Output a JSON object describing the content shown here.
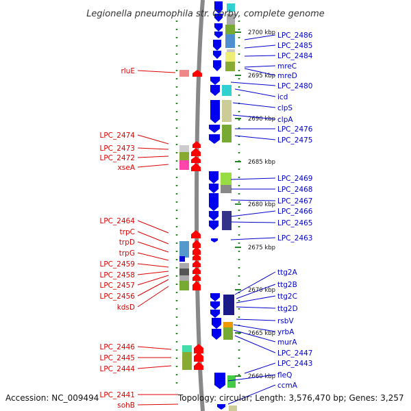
{
  "title": "Legionella pneumophila str. Corby, complete genome",
  "footer": {
    "accession": "Accession: NC_009494",
    "topology": "Topology: circular; Length: 3,576,470 bp; Genes: 3,257"
  },
  "colors": {
    "left_label": "#dd0000",
    "right_label": "#0000cc",
    "reverse_strand_arrow": "#ff0000",
    "forward_strand_arrow": "#0000ee",
    "backbone": "#888888",
    "dotted_guides": "#228822"
  },
  "scale_ticks": [
    "2700 kbp",
    "2695 kbp",
    "2690 kbp",
    "2685 kbp",
    "2680 kbp",
    "2675 kbp",
    "2670 kbp",
    "2665 kbp",
    "2660 kbp"
  ],
  "left_genes": [
    "rluE",
    "LPC_2474",
    "LPC_2473",
    "LPC_2472",
    "xseA",
    "LPC_2464",
    "trpC",
    "trpD",
    "trpG",
    "LPC_2459",
    "LPC_2458",
    "LPC_2457",
    "LPC_2456",
    "kdsD",
    "LPC_2446",
    "LPC_2445",
    "LPC_2444",
    "LPC_2441",
    "sohB"
  ],
  "right_genes": [
    "LPC_2486",
    "LPC_2485",
    "LPC_2484",
    "mreC",
    "mreD",
    "LPC_2480",
    "icd",
    "clpS",
    "clpA",
    "LPC_2476",
    "LPC_2475",
    "LPC_2469",
    "LPC_2468",
    "LPC_2467",
    "LPC_2466",
    "LPC_2465",
    "LPC_2463",
    "ttg2A",
    "ttg2B",
    "ttg2C",
    "ttg2D",
    "rsbV",
    "yrbA",
    "murA",
    "LPC_2447",
    "LPC_2443",
    "fleQ",
    "ccmA"
  ]
}
